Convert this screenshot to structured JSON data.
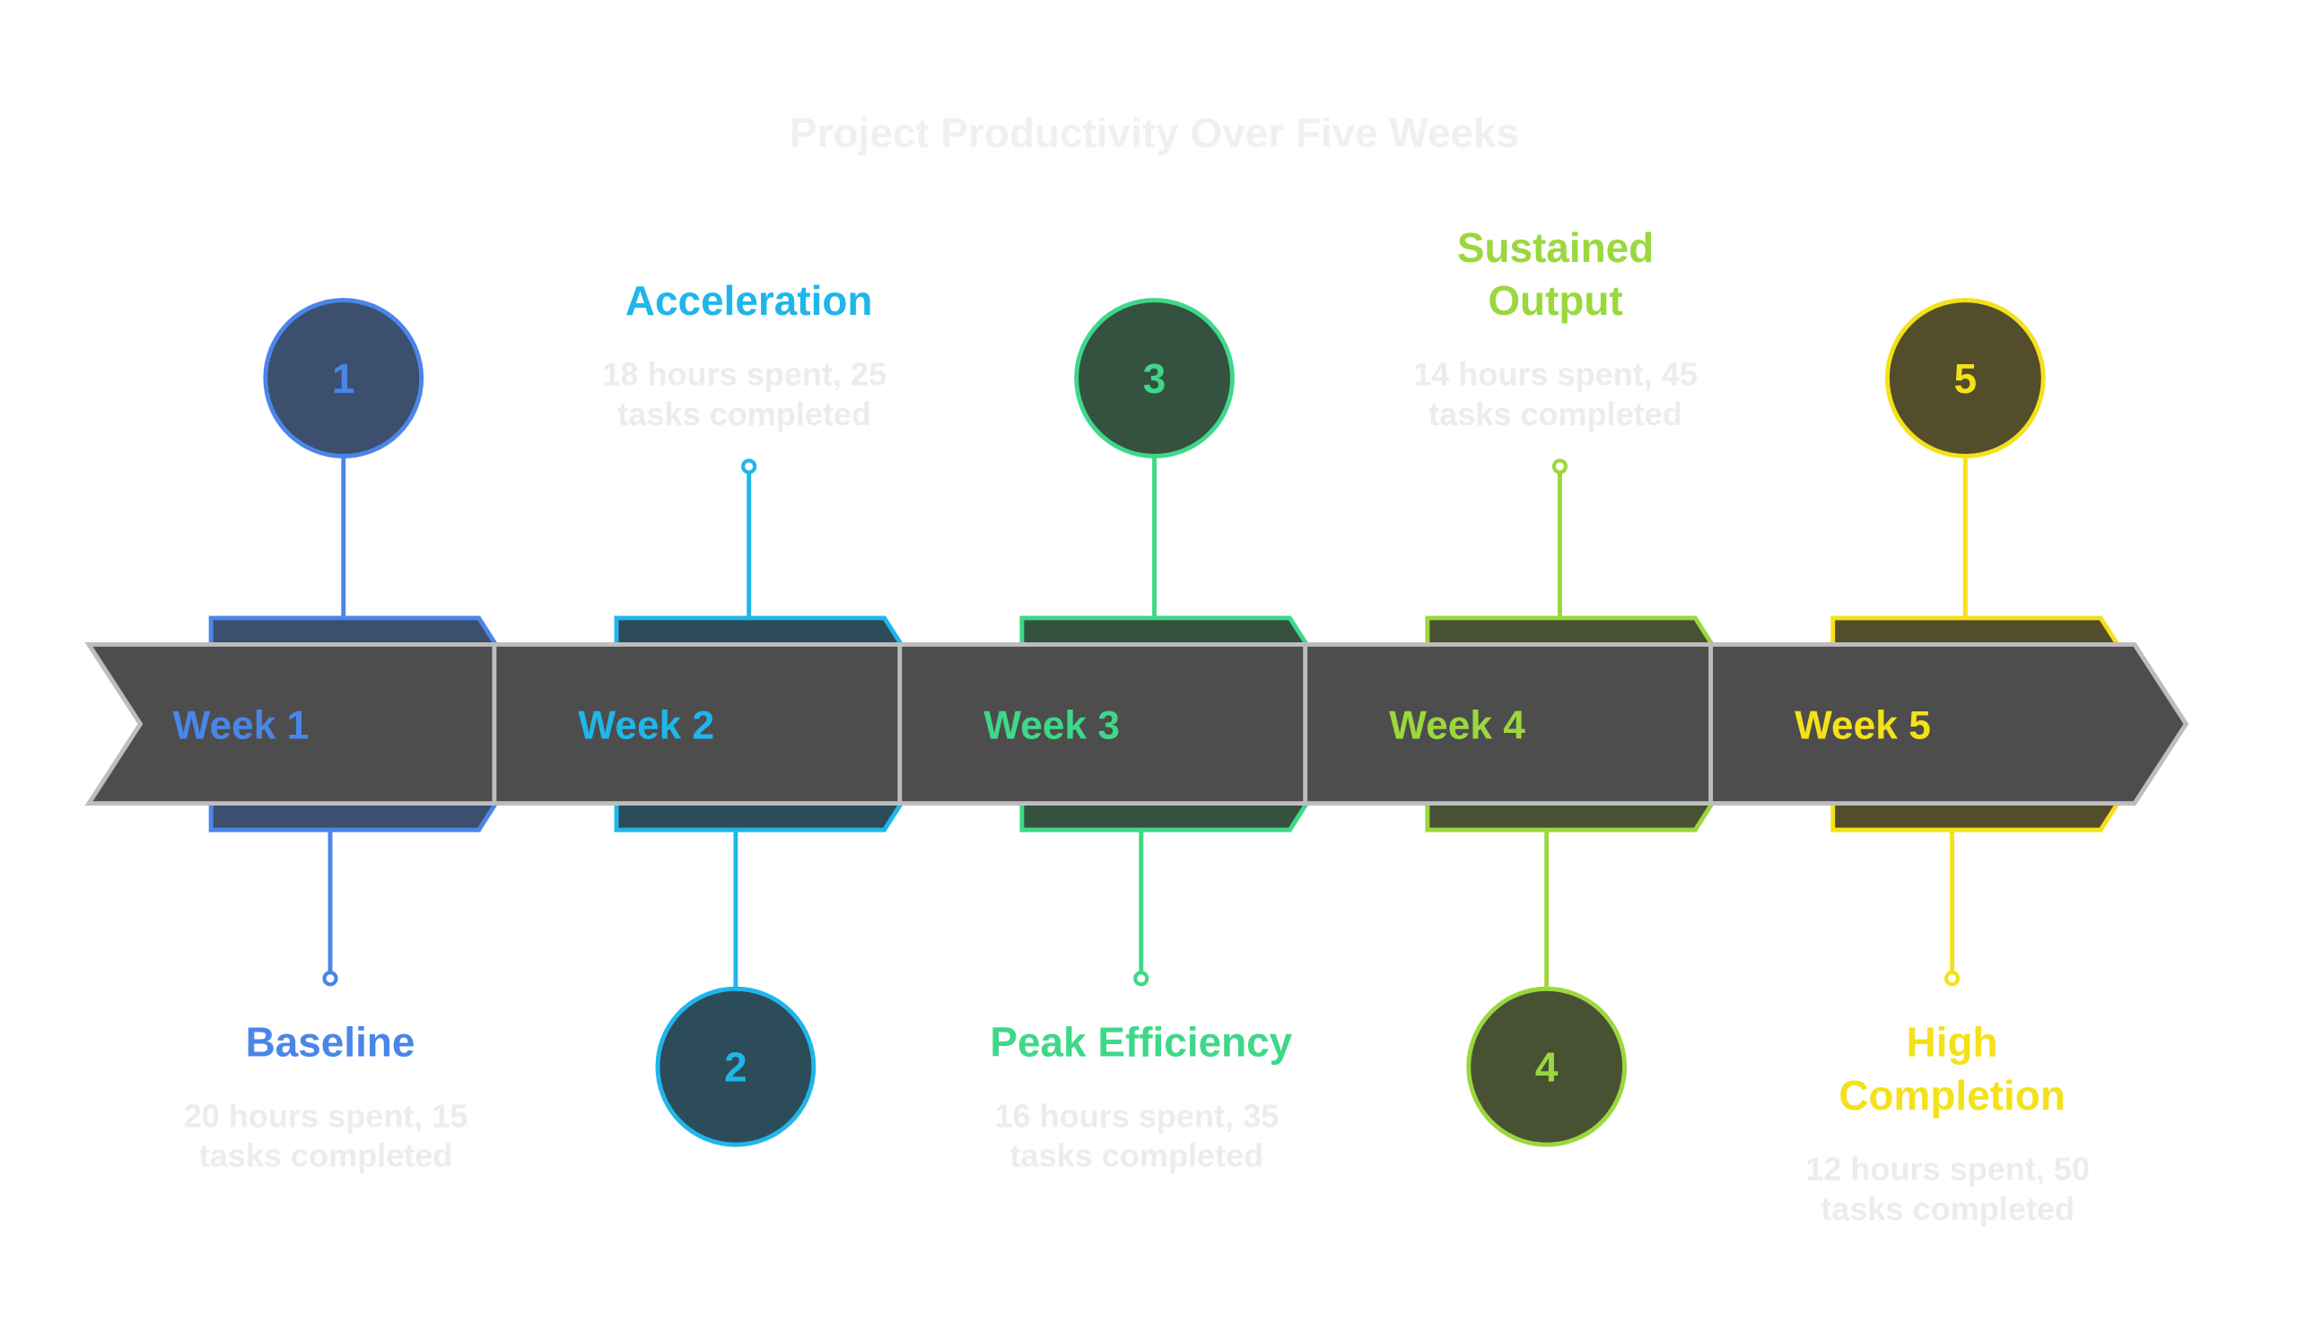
{
  "title": "Project Productivity Over Five Weeks",
  "colors": {
    "title": "#f0f0f0",
    "description": "#ececec",
    "arrow_fill": "#4d4d4d",
    "arrow_stroke": "#bdbdbd"
  },
  "steps": [
    {
      "number": "1",
      "week": "Week 1",
      "heading": [
        "Baseline"
      ],
      "desc": [
        "20 hours spent, 15",
        "tasks completed"
      ],
      "circle_position": "top",
      "color": "#4a86e8",
      "back_fill": "#3c4f6e",
      "circle_fill": "#3c4f6e"
    },
    {
      "number": "2",
      "week": "Week 2",
      "heading": [
        "Acceleration"
      ],
      "desc": [
        "18 hours spent, 25",
        "tasks completed"
      ],
      "circle_position": "bottom",
      "color": "#1fb6ea",
      "back_fill": "#2d4c5a",
      "circle_fill": "#2d4c5a"
    },
    {
      "number": "3",
      "week": "Week 3",
      "heading": [
        "Peak Efficiency"
      ],
      "desc": [
        "16 hours spent, 35",
        "tasks completed"
      ],
      "circle_position": "top",
      "color": "#3ed889",
      "back_fill": "#35513f",
      "circle_fill": "#35513f"
    },
    {
      "number": "4",
      "week": "Week 4",
      "heading": [
        "Sustained",
        "Output"
      ],
      "desc": [
        "14 hours spent, 45",
        "tasks completed"
      ],
      "circle_position": "bottom",
      "color": "#9ad83e",
      "back_fill": "#485232",
      "circle_fill": "#485232"
    },
    {
      "number": "5",
      "week": "Week 5",
      "heading": [
        "High",
        "Completion"
      ],
      "desc": [
        "12 hours spent, 50",
        "tasks completed"
      ],
      "circle_position": "top",
      "color": "#f4e119",
      "back_fill": "#544d2b",
      "circle_fill": "#544d2b"
    }
  ]
}
